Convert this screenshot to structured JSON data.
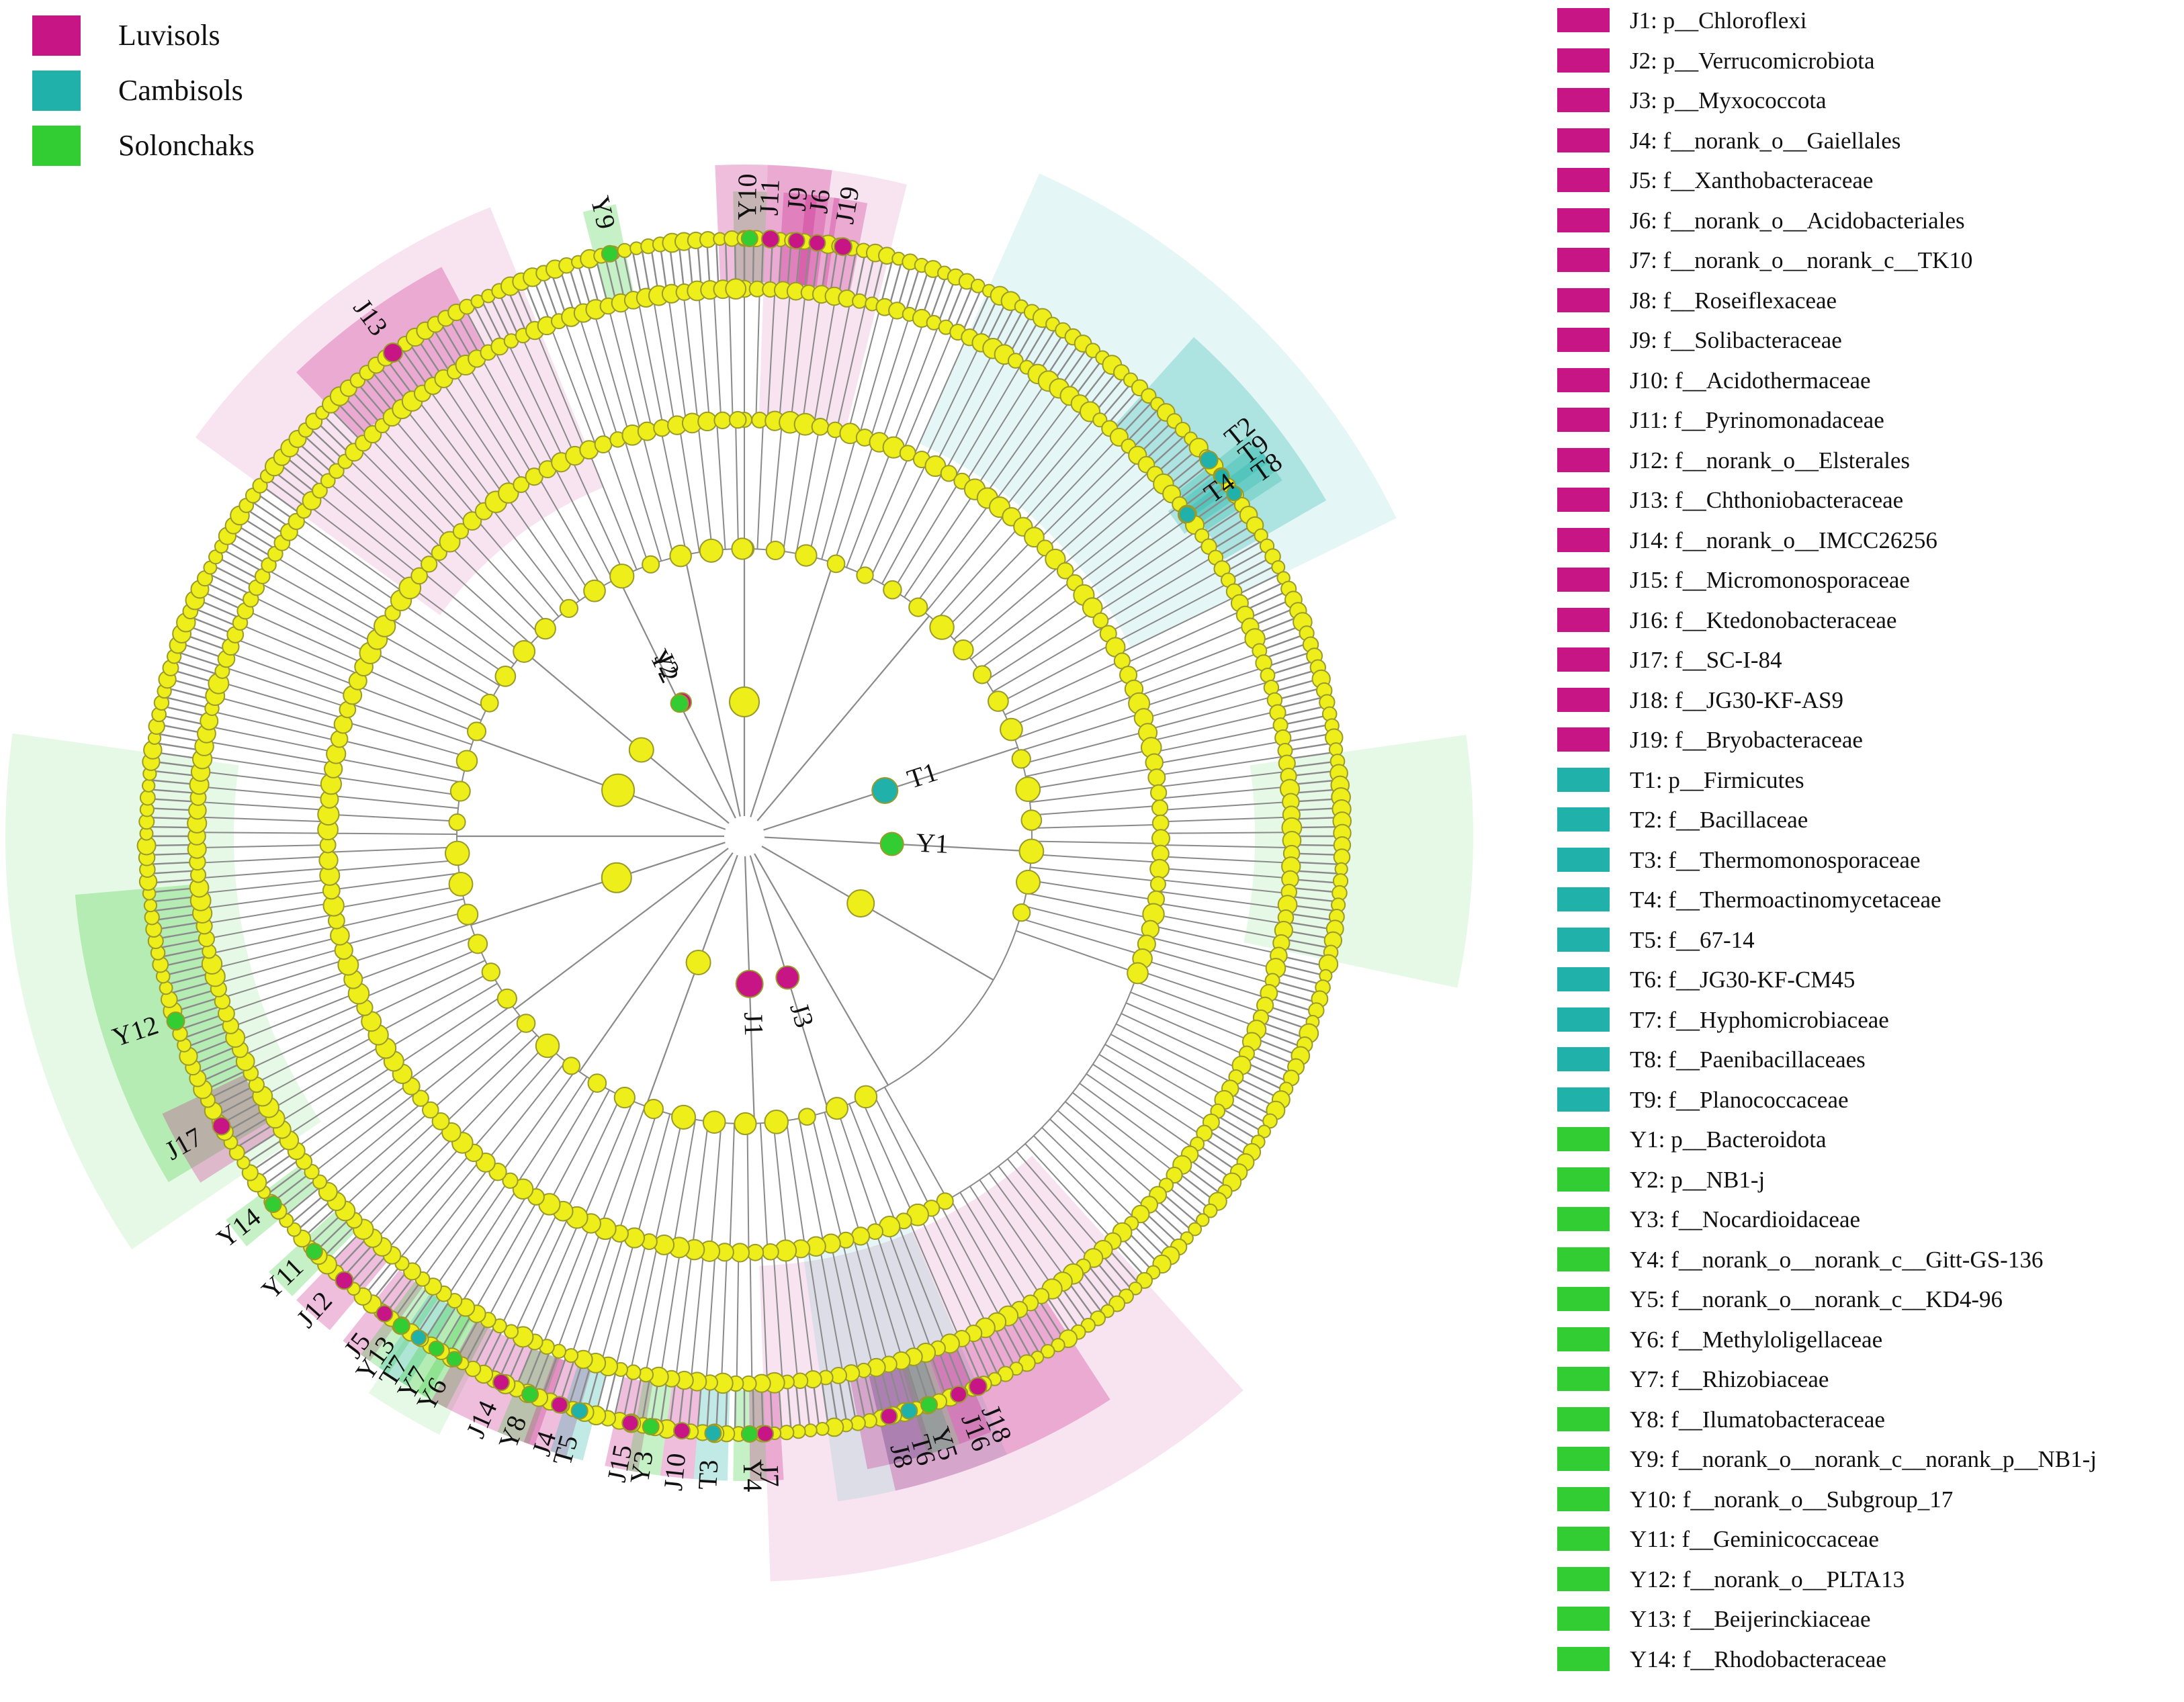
{
  "colors": {
    "Luvisols": "#c71585",
    "Cambisols": "#20b2aa",
    "Solonchaks": "#32cd32",
    "node_default": "#eeee1a",
    "node_stroke": "#9a9a2a",
    "branch": "#8a8a8a"
  },
  "groups": [
    {
      "key": "J",
      "label": "Luvisols",
      "color": "#c71585"
    },
    {
      "key": "T",
      "label": "Cambisols",
      "color": "#20b2aa"
    },
    {
      "key": "Y",
      "label": "Solonchaks",
      "color": "#32cd32"
    }
  ],
  "taxa": [
    {
      "code": "J1",
      "group": "J",
      "text": "J1: p__Chloroflexi"
    },
    {
      "code": "J2",
      "group": "J",
      "text": "J2: p__Verrucomicrobiota"
    },
    {
      "code": "J3",
      "group": "J",
      "text": "J3: p__Myxococcota"
    },
    {
      "code": "J4",
      "group": "J",
      "text": "J4: f__norank_o__Gaiellales"
    },
    {
      "code": "J5",
      "group": "J",
      "text": "J5: f__Xanthobacteraceae"
    },
    {
      "code": "J6",
      "group": "J",
      "text": "J6: f__norank_o__Acidobacteriales"
    },
    {
      "code": "J7",
      "group": "J",
      "text": "J7: f__norank_o__norank_c__TK10"
    },
    {
      "code": "J8",
      "group": "J",
      "text": "J8: f__Roseiflexaceae"
    },
    {
      "code": "J9",
      "group": "J",
      "text": "J9: f__Solibacteraceae"
    },
    {
      "code": "J10",
      "group": "J",
      "text": "J10: f__Acidothermaceae"
    },
    {
      "code": "J11",
      "group": "J",
      "text": "J11: f__Pyrinomonadaceae"
    },
    {
      "code": "J12",
      "group": "J",
      "text": "J12: f__norank_o__Elsterales"
    },
    {
      "code": "J13",
      "group": "J",
      "text": "J13: f__Chthoniobacteraceae"
    },
    {
      "code": "J14",
      "group": "J",
      "text": "J14: f__norank_o__IMCC26256"
    },
    {
      "code": "J15",
      "group": "J",
      "text": "J15: f__Micromonosporaceae"
    },
    {
      "code": "J16",
      "group": "J",
      "text": "J16: f__Ktedonobacteraceae"
    },
    {
      "code": "J17",
      "group": "J",
      "text": "J17: f__SC-I-84"
    },
    {
      "code": "J18",
      "group": "J",
      "text": "J18: f__JG30-KF-AS9"
    },
    {
      "code": "J19",
      "group": "J",
      "text": "J19: f__Bryobacteraceae"
    },
    {
      "code": "T1",
      "group": "T",
      "text": "T1: p__Firmicutes"
    },
    {
      "code": "T2",
      "group": "T",
      "text": "T2: f__Bacillaceae"
    },
    {
      "code": "T3",
      "group": "T",
      "text": "T3: f__Thermomonosporaceae"
    },
    {
      "code": "T4",
      "group": "T",
      "text": "T4: f__Thermoactinomycetaceae"
    },
    {
      "code": "T5",
      "group": "T",
      "text": "T5: f__67-14"
    },
    {
      "code": "T6",
      "group": "T",
      "text": "T6: f__JG30-KF-CM45"
    },
    {
      "code": "T7",
      "group": "T",
      "text": "T7: f__Hyphomicrobiaceae"
    },
    {
      "code": "T8",
      "group": "T",
      "text": "T8: f__Paenibacillaceaes"
    },
    {
      "code": "T9",
      "group": "T",
      "text": "T9: f__Planococcaceae"
    },
    {
      "code": "Y1",
      "group": "Y",
      "text": "Y1: p__Bacteroidota"
    },
    {
      "code": "Y2",
      "group": "Y",
      "text": "Y2: p__NB1-j"
    },
    {
      "code": "Y3",
      "group": "Y",
      "text": "Y3: f__Nocardioidaceae"
    },
    {
      "code": "Y4",
      "group": "Y",
      "text": "Y4: f__norank_o__norank_c__Gitt-GS-136"
    },
    {
      "code": "Y5",
      "group": "Y",
      "text": "Y5: f__norank_o__norank_c__KD4-96"
    },
    {
      "code": "Y6",
      "group": "Y",
      "text": "Y6: f__Methyloligellaceae"
    },
    {
      "code": "Y7",
      "group": "Y",
      "text": "Y7: f__Rhizobiaceae"
    },
    {
      "code": "Y8",
      "group": "Y",
      "text": "Y8: f__Ilumatobacteraceae"
    },
    {
      "code": "Y9",
      "group": "Y",
      "text": "Y9: f__norank_o__norank_c__norank_p__NB1-j"
    },
    {
      "code": "Y10",
      "group": "Y",
      "text": "Y10: f__norank_o__Subgroup_17"
    },
    {
      "code": "Y11",
      "group": "Y",
      "text": "Y11: f__Geminicoccaceae"
    },
    {
      "code": "Y12",
      "group": "Y",
      "text": "Y12: f__norank_o__PLTA13"
    },
    {
      "code": "Y13",
      "group": "Y",
      "text": "Y13: f__Beijerinckiaceae"
    },
    {
      "code": "Y14",
      "group": "Y",
      "text": "Y14: f__Rhodobacteraceae"
    }
  ]
}
